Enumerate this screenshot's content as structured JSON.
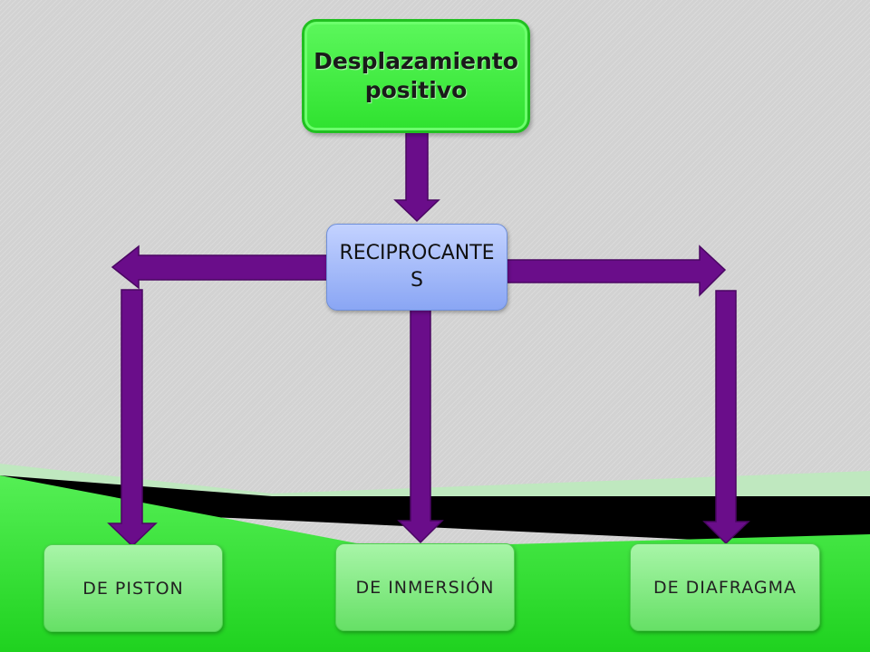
{
  "diagram": {
    "top_node": "Desplazamiento positivo",
    "mid_node": "RECIPROCANTES",
    "leaves": {
      "piston": "DE PISTON",
      "inmersion": "DE INMERSIÓN",
      "diafragma": "DE DIAFRAGMA"
    }
  },
  "colors": {
    "arrow": "#6a0d8a",
    "top_node": "#3df03d",
    "mid_node": "#a9bdfb",
    "leaf_node": "#8aee8a",
    "background_grey": "#d2d2d2",
    "background_green": "#33e633",
    "band_black": "#000000"
  }
}
